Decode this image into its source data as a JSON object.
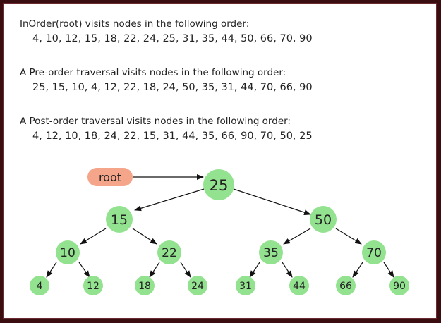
{
  "traversals": {
    "inorder": {
      "caption": "InOrder(root) visits nodes in the following order:",
      "sequence": "4, 10, 12, 15, 18, 22, 24, 25, 31, 35, 44, 50, 66, 70, 90"
    },
    "preorder": {
      "caption": "A Pre-order traversal visits nodes in the following order:",
      "sequence": "25, 15, 10, 4, 12, 22, 18, 24, 50, 35, 31, 44, 70, 66, 90"
    },
    "postorder": {
      "caption": "A Post-order traversal visits nodes in the following order:",
      "sequence": "4, 12, 10, 18, 24, 22, 15, 31, 44, 35, 66, 90, 70, 50, 25"
    }
  },
  "tree": {
    "root_label": "root",
    "nodes": {
      "n25": "25",
      "n15": "15",
      "n50": "50",
      "n10": "10",
      "n22": "22",
      "n35": "35",
      "n70": "70",
      "n4": "4",
      "n12": "12",
      "n18": "18",
      "n24": "24",
      "n31": "31",
      "n44": "44",
      "n66": "66",
      "n90": "90"
    }
  },
  "colors": {
    "node_fill": "#93e28f",
    "root_tag_fill": "#f4a58a",
    "edge": "#111111",
    "text": "#222222"
  }
}
